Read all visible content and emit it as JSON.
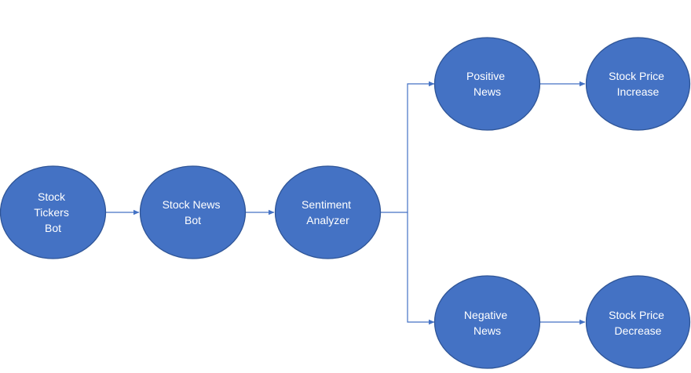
{
  "diagram": {
    "nodes": [
      {
        "id": "stock-tickers-bot",
        "lines": [
          "Stock",
          "Tickers",
          "Bot"
        ]
      },
      {
        "id": "stock-news-bot",
        "lines": [
          "Stock News",
          "Bot"
        ]
      },
      {
        "id": "sentiment-analyzer",
        "lines": [
          "Sentiment",
          "Analyzer"
        ]
      },
      {
        "id": "positive-news",
        "lines": [
          "Positive",
          "News"
        ]
      },
      {
        "id": "stock-price-increase",
        "lines": [
          "Stock Price",
          "Increase"
        ]
      },
      {
        "id": "negative-news",
        "lines": [
          "Negative",
          "News"
        ]
      },
      {
        "id": "stock-price-decrease",
        "lines": [
          "Stock Price",
          "Decrease"
        ]
      }
    ],
    "edges": [
      {
        "from": "stock-tickers-bot",
        "to": "stock-news-bot"
      },
      {
        "from": "stock-news-bot",
        "to": "sentiment-analyzer"
      },
      {
        "from": "sentiment-analyzer",
        "to": "positive-news"
      },
      {
        "from": "sentiment-analyzer",
        "to": "negative-news"
      },
      {
        "from": "positive-news",
        "to": "stock-price-increase"
      },
      {
        "from": "negative-news",
        "to": "stock-price-decrease"
      }
    ],
    "colors": {
      "node_fill": "#4472c4",
      "node_stroke": "#2f5597",
      "node_text": "#ffffff",
      "connector": "#4472c4"
    }
  }
}
